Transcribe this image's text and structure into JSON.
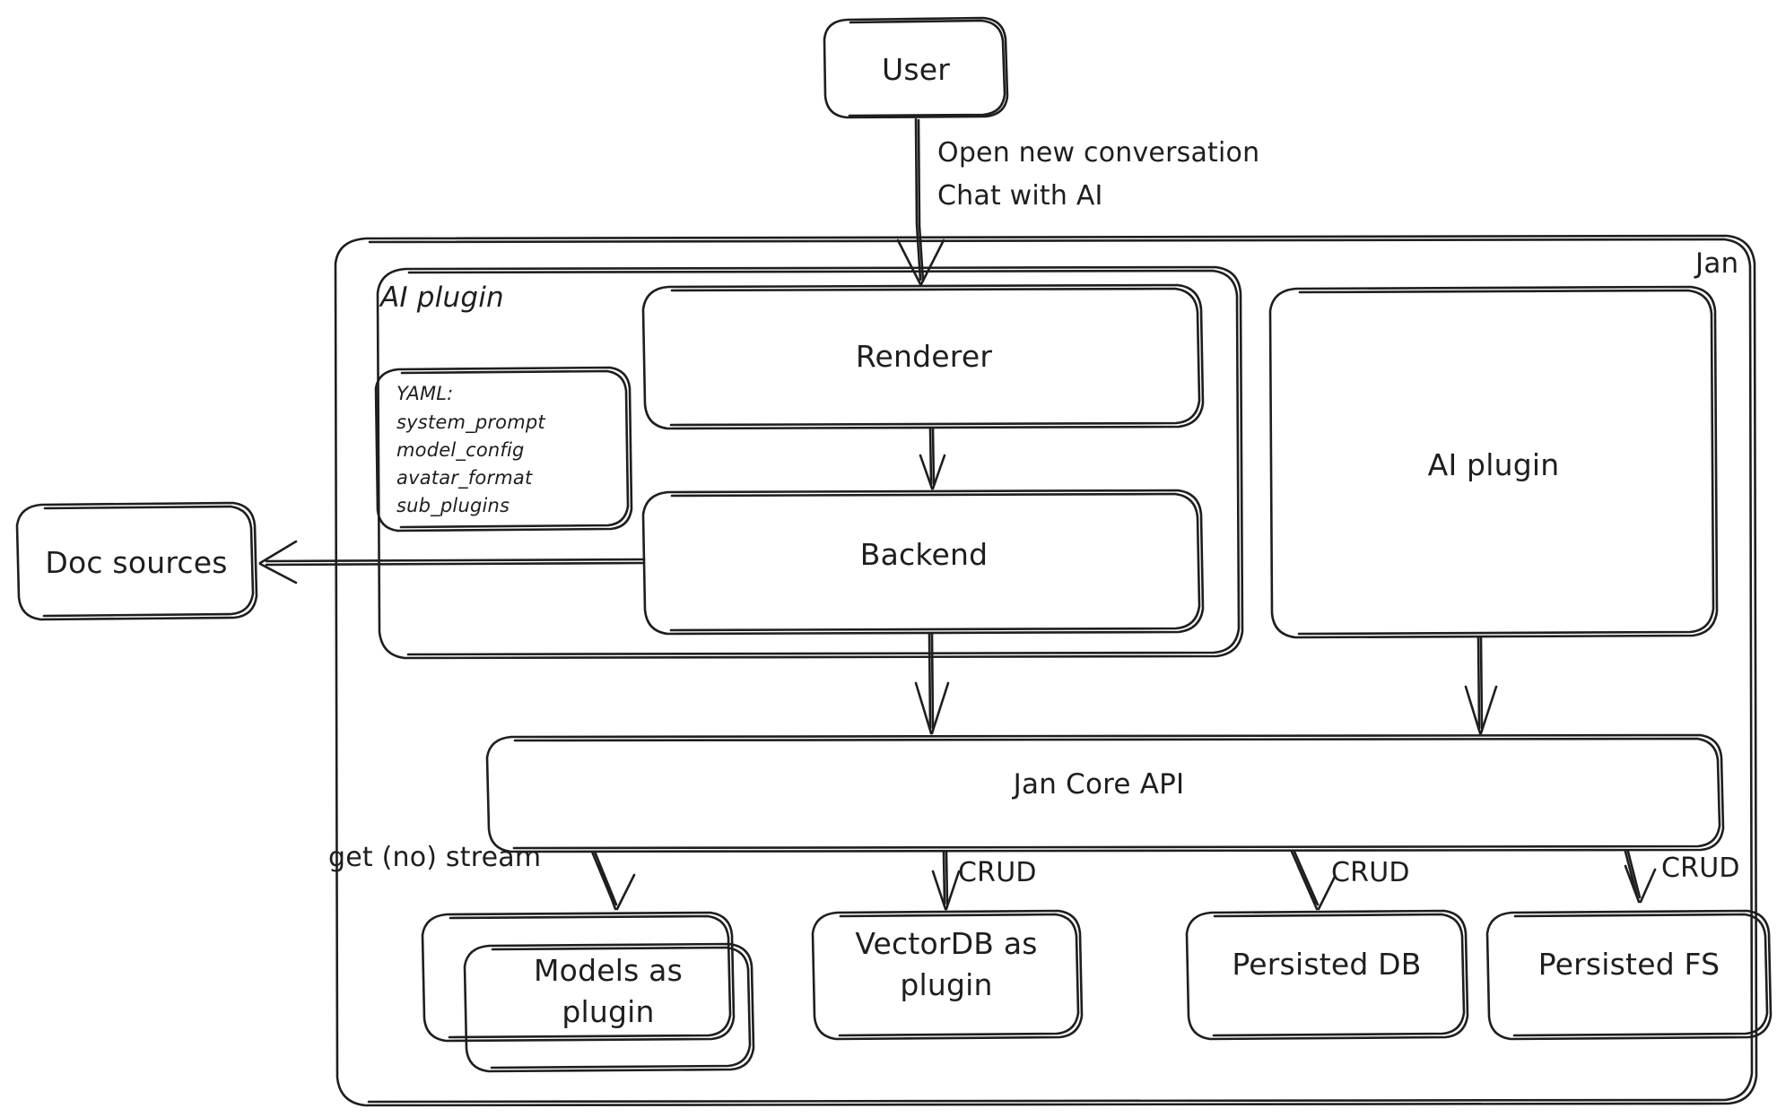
{
  "diagram": {
    "title": "Jan architecture sketch",
    "style": "hand-drawn",
    "stroke_color": "#1e1e1e",
    "background_color": "#ffffff"
  },
  "nodes": {
    "user": {
      "label": "User"
    },
    "jan_container": {
      "label": "Jan"
    },
    "ai_plugin_group": {
      "label": "AI plugin"
    },
    "yaml_box": {
      "title": "YAML:",
      "lines": [
        "system_prompt",
        "model_config",
        "avatar_format",
        "sub_plugins"
      ]
    },
    "renderer": {
      "label": "Renderer"
    },
    "backend": {
      "label": "Backend"
    },
    "ai_plugin_right": {
      "label": "AI plugin"
    },
    "doc_sources": {
      "label": "Doc sources"
    },
    "jan_core_api": {
      "label": "Jan Core API"
    },
    "models_as_plugin": {
      "line1": "Models as",
      "line2": "plugin"
    },
    "vectordb_as_plugin": {
      "line1": "VectorDB as",
      "line2": "plugin"
    },
    "persisted_db": {
      "label": "Persisted DB"
    },
    "persisted_fs": {
      "label": "Persisted FS"
    }
  },
  "edges": {
    "user_to_renderer": {
      "line1": "Open new conversation",
      "line2": "Chat with AI"
    },
    "backend_to_doc_sources": {
      "label": ""
    },
    "core_to_models": {
      "label": "get (no) stream"
    },
    "core_to_vectordb": {
      "label": "CRUD"
    },
    "core_to_persisted_db": {
      "label": "CRUD"
    },
    "core_to_persisted_fs": {
      "label": "CRUD"
    }
  }
}
